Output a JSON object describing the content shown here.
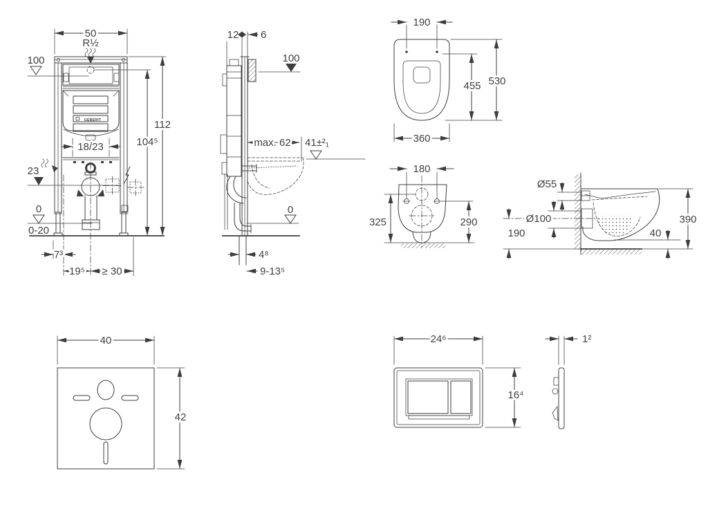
{
  "colors": {
    "line": "#3d3d3d",
    "text": "#3f3f3f",
    "background": "#ffffff"
  },
  "icons": {
    "water_connection": "steam-squiggle-icon",
    "power_connection": "lightning-bolt-icon",
    "level_marker_filled": "filled-triangle-marker",
    "level_marker_open": "open-triangle-marker"
  },
  "views": {
    "frame_front": {
      "width_top": "50",
      "thread": "R½",
      "level_cistern": "100",
      "height_total": "112",
      "height_supply": "104⁵",
      "anchor_spacing": "18/23",
      "level_outlet": "23",
      "level_floor": "0",
      "floor_range": "0-20",
      "offset_foot": "7³",
      "offset_drain": "19⁵",
      "clearance_side": "≥ 30",
      "brand": "GEBERIT"
    },
    "frame_side": {
      "depth_profile": "12",
      "depth_rail": "6",
      "level_cistern": "100",
      "depth_max": "max. 62",
      "seat_height": "41±²₁",
      "level_floor": "0",
      "rail_depth": "4⁸",
      "wall_range": "9-13⁵"
    },
    "wc_top": {
      "hinge_spacing": "190",
      "depth_bowl": "455",
      "depth_total": "530",
      "width": "360"
    },
    "wc_back": {
      "anchor_spacing": "180",
      "height_supply": "325",
      "height_anchors": "290"
    },
    "wc_side": {
      "inlet_diameter": "Ø55",
      "outlet_diameter": "Ø100",
      "outlet_height": "190",
      "bottom_gap": "40",
      "height_total": "390"
    },
    "sound_mat": {
      "width": "40",
      "height": "42"
    },
    "flush_plate_front": {
      "width": "24⁶",
      "height": "16⁴"
    },
    "flush_plate_side": {
      "thickness": "1²"
    }
  }
}
